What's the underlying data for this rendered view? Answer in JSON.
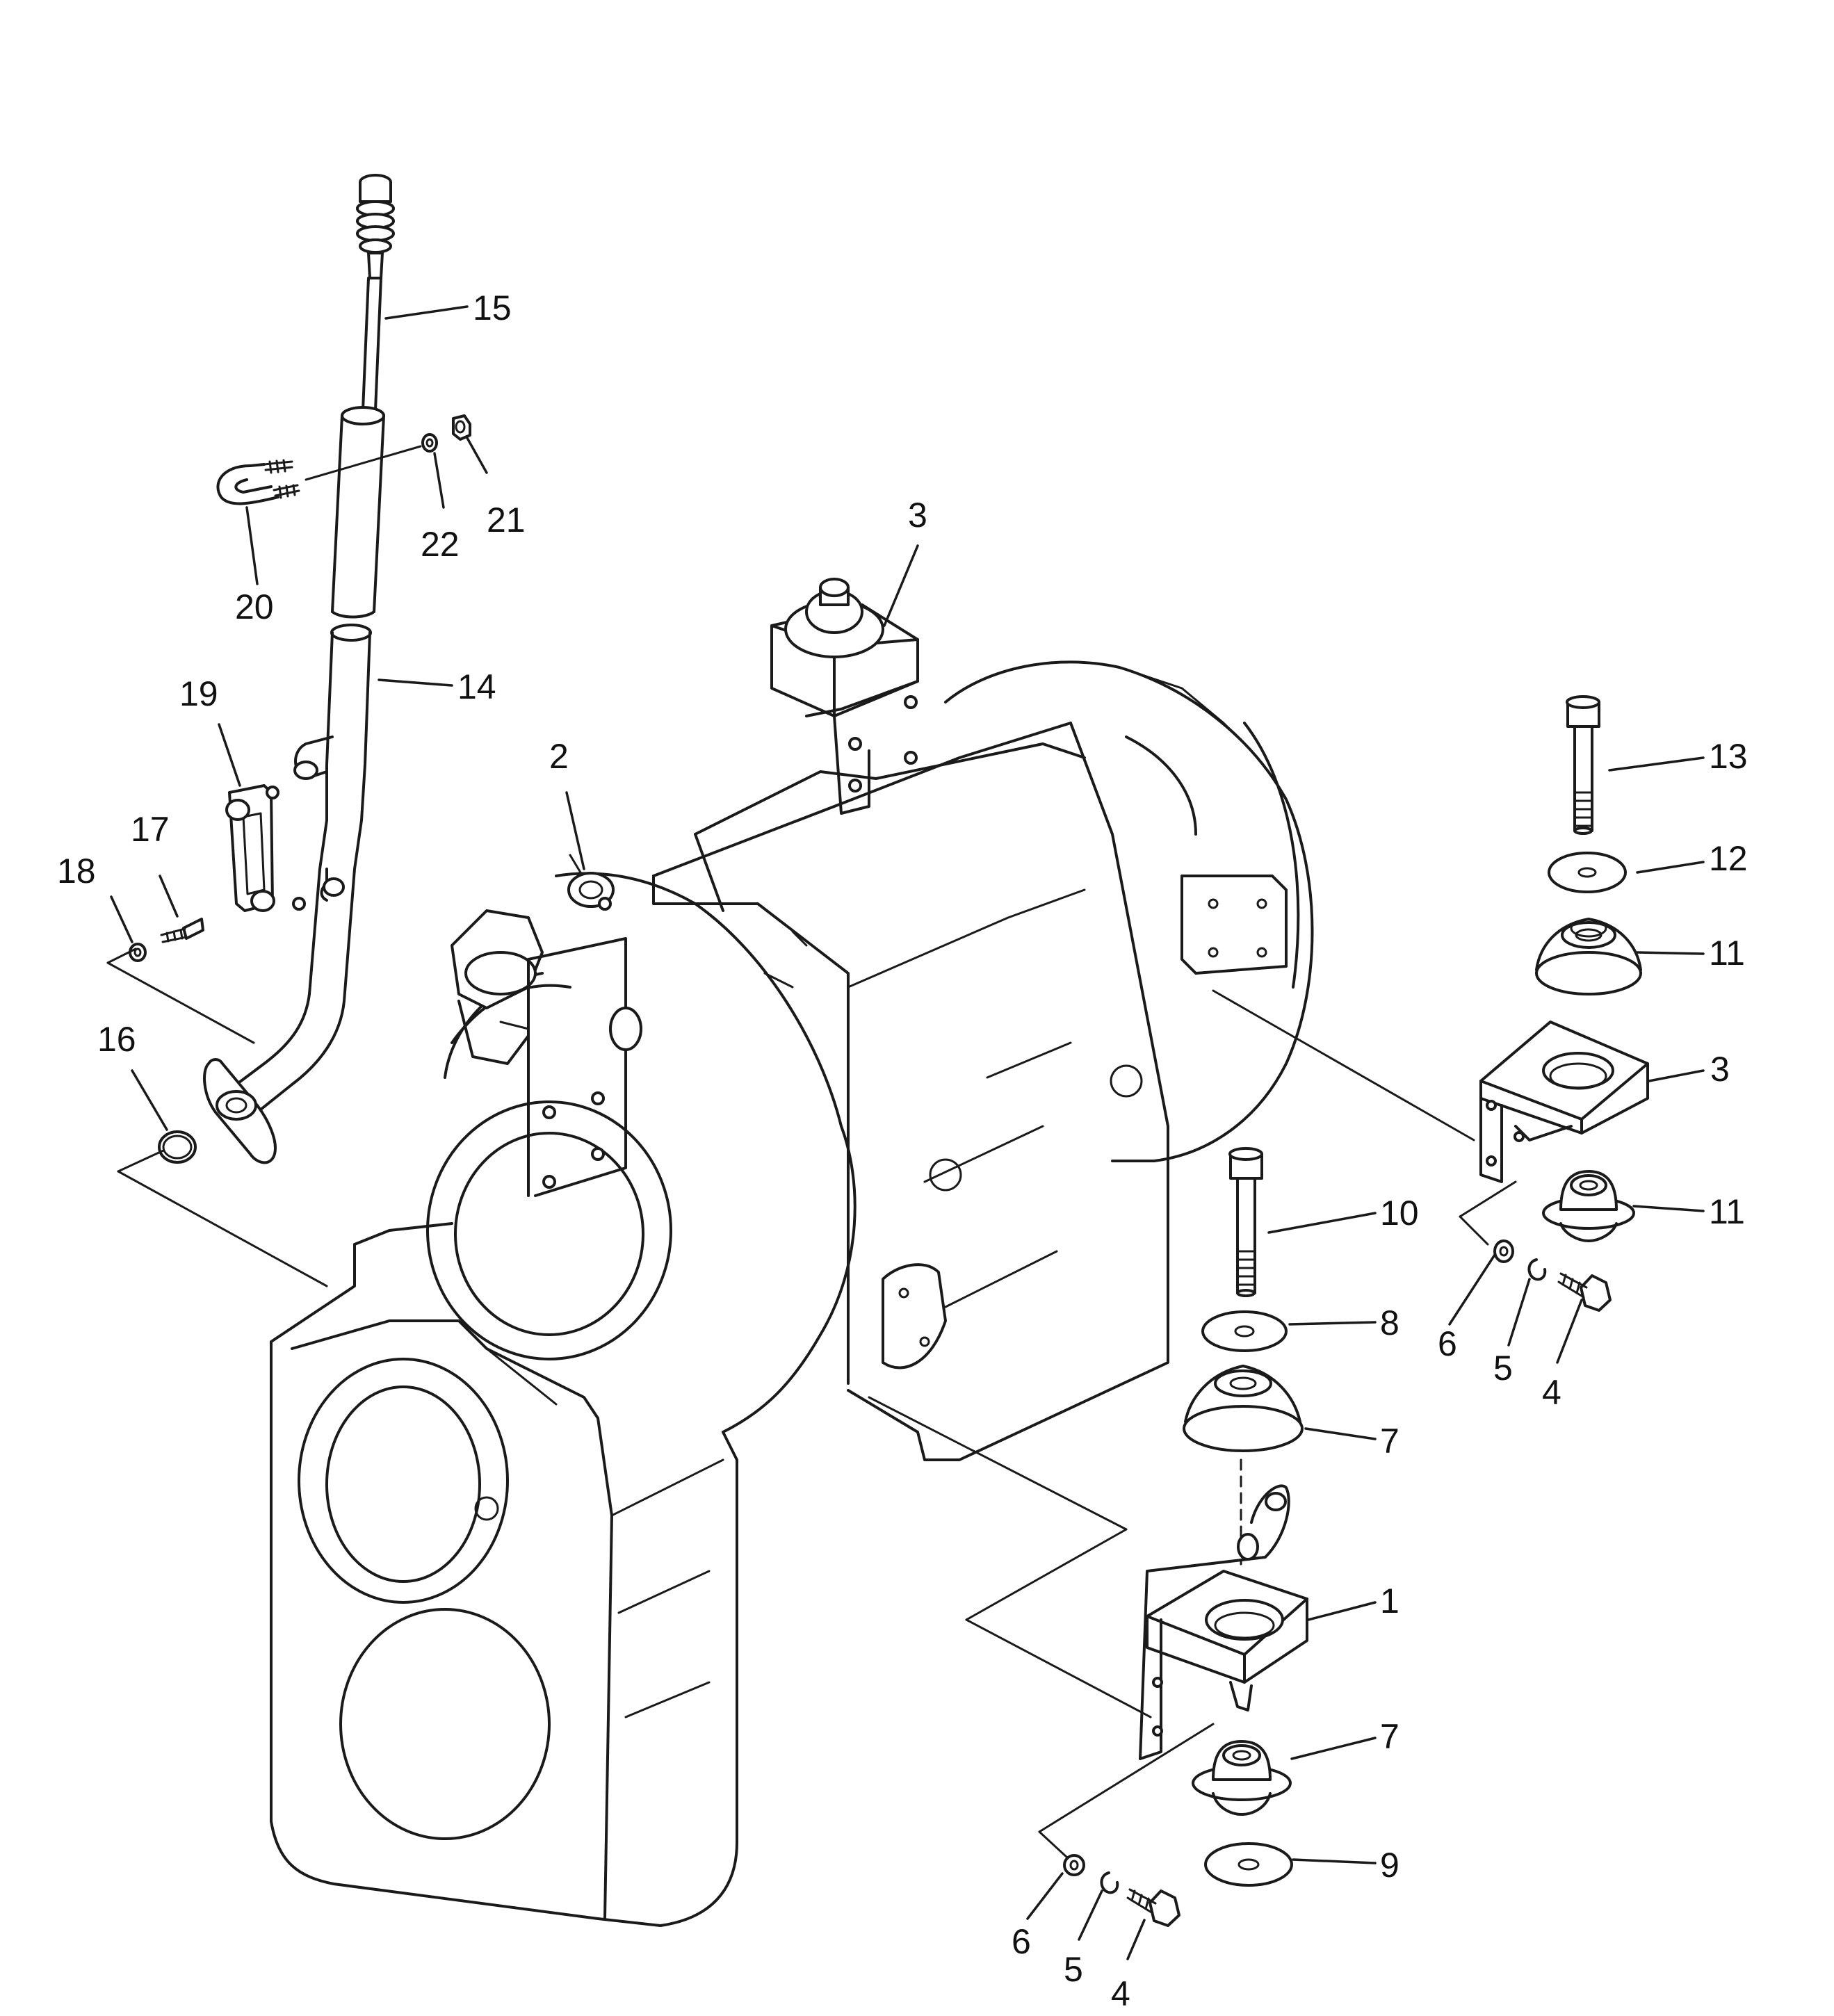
{
  "callouts": [
    {
      "id": "c15",
      "text": "15"
    },
    {
      "id": "c22",
      "text": "22"
    },
    {
      "id": "c21",
      "text": "21"
    },
    {
      "id": "c20",
      "text": "20"
    },
    {
      "id": "c14",
      "text": "14"
    },
    {
      "id": "c19",
      "text": "19"
    },
    {
      "id": "c17",
      "text": "17"
    },
    {
      "id": "c18",
      "text": "18"
    },
    {
      "id": "c16",
      "text": "16"
    },
    {
      "id": "c2",
      "text": "2"
    },
    {
      "id": "c3top",
      "text": "3"
    },
    {
      "id": "c13",
      "text": "13"
    },
    {
      "id": "c12",
      "text": "12"
    },
    {
      "id": "c11a",
      "text": "11"
    },
    {
      "id": "c3right",
      "text": "3"
    },
    {
      "id": "c11b",
      "text": "11"
    },
    {
      "id": "c10",
      "text": "10"
    },
    {
      "id": "c8",
      "text": "8"
    },
    {
      "id": "c6a",
      "text": "6"
    },
    {
      "id": "c5a",
      "text": "5"
    },
    {
      "id": "c4a",
      "text": "4"
    },
    {
      "id": "c7a",
      "text": "7"
    },
    {
      "id": "c1",
      "text": "1"
    },
    {
      "id": "c7b",
      "text": "7"
    },
    {
      "id": "c9",
      "text": "9"
    },
    {
      "id": "c6b",
      "text": "6"
    },
    {
      "id": "c5b",
      "text": "5"
    },
    {
      "id": "c4b",
      "text": "4"
    }
  ]
}
